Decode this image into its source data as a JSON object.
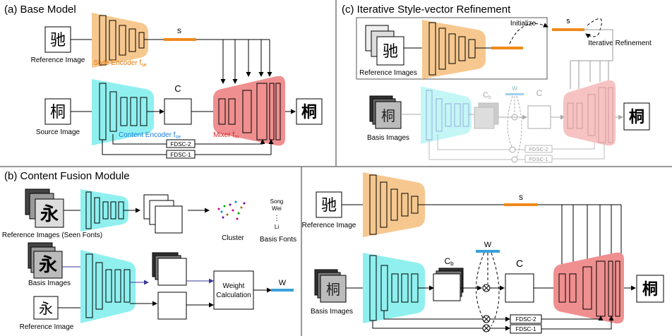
{
  "panels": {
    "a": {
      "title": "(a) Base Model",
      "ref_label": "Reference Image",
      "src_label": "Source Image",
      "style_encoder": "Style Encoder f",
      "style_encoder_sub": "se",
      "content_encoder": "Content Encoder f",
      "content_encoder_sub": "ce",
      "mixer": "Mixer f",
      "mixer_sub": "m",
      "s_label": "s",
      "c_label": "C",
      "fdsc2": "FDSC-2",
      "fdsc1": "FDSC-1"
    },
    "b": {
      "title": "(b) Content Fusion Module",
      "seen_label": "Reference Images (Seen Fonts)",
      "cluster_label": "Cluster",
      "basis_fonts_label": "Basis Fonts",
      "font_song": "Song",
      "font_wei": "Wei",
      "font_dots": "⋮",
      "font_li": "Li",
      "basis_label": "Basis Images",
      "ref_label": "Reference Image",
      "weight_calc_1": "Weight",
      "weight_calc_2": "Calculation",
      "w_label": "W"
    },
    "c": {
      "title": "(c) Iterative Style-vector Refinement",
      "ref_label": "Reference Images",
      "initialize_label": "Initialize",
      "s_label": "s",
      "iter_label": "Iterative Refinement",
      "basis_label": "Basis Images",
      "cb_label": "C",
      "cb_sub": "b",
      "w_label": "W",
      "c_label": "C",
      "fdsc2": "FDSC-2",
      "fdsc1": "FDSC-1"
    },
    "d": {
      "ref_label": "Reference Image",
      "basis_label": "Basis Images",
      "s_label": "s",
      "w_label": "W",
      "cb_label": "C",
      "cb_sub": "b",
      "c_label": "C",
      "fdsc2": "FDSC-2",
      "fdsc1": "FDSC-1"
    }
  },
  "glyphs": {
    "chi": "驰",
    "tong": "桐",
    "yong": "永",
    "yong_small": "永"
  },
  "colors": {
    "style_encoder": "#f6c88f",
    "content_encoder": "#8ff0ef",
    "mixer": "#ef8f8f",
    "s_vector": "#f08a1c",
    "w_vector": "#3aa0d8",
    "frame": "#777777"
  }
}
